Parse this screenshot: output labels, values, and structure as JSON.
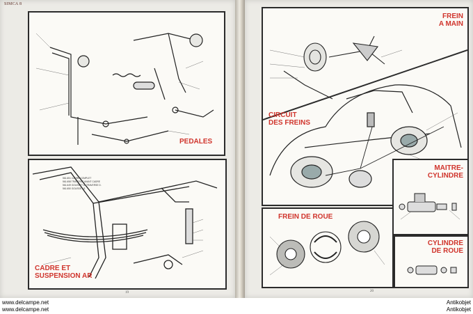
{
  "running_head": "SIMCA 8",
  "panels": {
    "pedales": {
      "title": "PEDALES"
    },
    "cadre": {
      "title_line1": "CADRE ET",
      "title_line2": "SUSPENSION AR",
      "labels": [
        "561.651 CADRE COMPLET",
        "561.658 TRAVERSE AVANT CADRE",
        "561.649 GOUSSET D. TRAVERSE D.",
        "561.650 GOUSSET G."
      ]
    },
    "frein_main": {
      "title_line1": "FREIN",
      "title_line2": "A MAIN"
    },
    "circuit": {
      "title_line1": "CIRCUIT",
      "title_line2": "DES FREINS"
    },
    "maitre": {
      "title_line1": "MAITRE-",
      "title_line2": "CYLINDRE"
    },
    "frein_roue": {
      "title": "FREIN DE ROUE"
    },
    "cylindre_roue": {
      "title_line1": "CYLINDRE",
      "title_line2": "DE ROUE"
    }
  },
  "page_numbers": {
    "left": "19",
    "right": "20"
  },
  "footer": {
    "left_line1": "www.delcampe.net",
    "left_line2": "www.delcampe.net",
    "right_line1": "Antikobjet",
    "right_line2": "Antikobjet"
  }
}
